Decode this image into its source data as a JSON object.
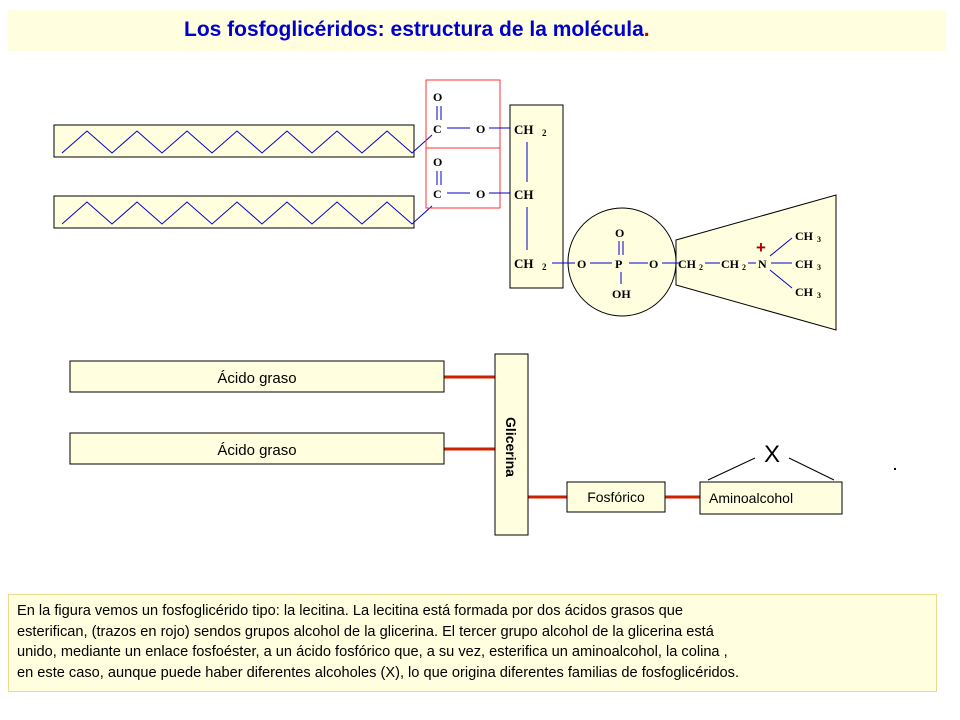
{
  "title": {
    "main": "Los fosfoglicéridos: estructura de la molécula",
    "dot": "."
  },
  "molecule": {
    "ester1": {
      "o_top": "O",
      "c": "C",
      "o": "O"
    },
    "ester2": {
      "o_top": "O",
      "c": "C",
      "o": "O"
    },
    "glycerol": {
      "ch2_top": "CH",
      "sub_top": "2",
      "ch": "CH",
      "ch2_bottom": "CH",
      "sub_bottom": "2"
    },
    "phosphate": {
      "o_left": "O",
      "p": "P",
      "o_top": "O",
      "o_right": "O",
      "oh": "OH"
    },
    "choline": {
      "chain_ch2a": "CH",
      "sub_a": "2",
      "chain_ch2b": "CH",
      "sub_b": "2",
      "charge": "+",
      "n": "N",
      "ch3_top": "CH",
      "sub_top": "3",
      "ch3_mid": "CH",
      "sub_mid": "3",
      "ch3_bottom": "CH",
      "sub_bottom": "3"
    }
  },
  "schema": {
    "fatty_acid_1": "Ácido graso",
    "fatty_acid_2": "Ácido graso",
    "glycerol": "Glicerina",
    "phosphoric": "Fosfórico",
    "aminoalcohol": "Aminoalcohol",
    "x_label": "X"
  },
  "caption": {
    "lines": [
      "En la figura vemos un fosfoglicérido tipo: la lecitina. La lecitina está formada por dos ácidos grasos que",
      "esterifican, (trazos en rojo) sendos grupos alcohol de la glicerina. El tercer grupo alcohol de la glicerina está",
      "unido, mediante un enlace fosfoéster, a un ácido fosfórico que, a su vez, esterifica un aminoalcohol, la colina ,",
      "en este caso, aunque puede haber diferentes alcoholes (X), lo que origina diferentes familias de fosfoglicéridos."
    ]
  },
  "colors": {
    "fill": "#ffffe0",
    "title": "#0000cc",
    "bond_red": "#cc2200",
    "box_red": "#ff3333"
  }
}
